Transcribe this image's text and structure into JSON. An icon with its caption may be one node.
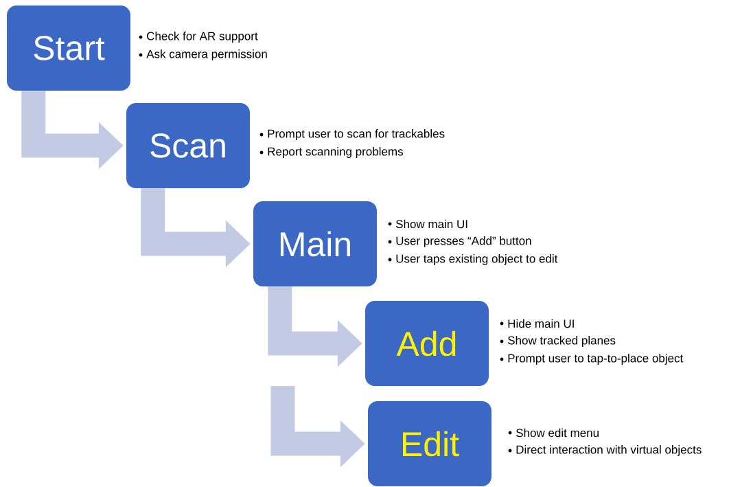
{
  "diagram": {
    "nodes": [
      {
        "text": [
          "Start"
        ],
        "beside": [
          "Check for AR support",
          "Ask camera permission"
        ]
      },
      {
        "text": [
          "Scan"
        ],
        "beside": [
          "Prompt user to scan for trackables",
          "Report scanning problems"
        ]
      },
      {
        "text": [
          "Main"
        ],
        "beside": [
          "Show main UI",
          "User presses “Add” button",
          "User taps existing object to edit"
        ]
      },
      {
        "text": [
          "Add"
        ],
        "beside": [
          "Hide main UI",
          "Show tracked planes",
          "Prompt user to tap-to-place object"
        ]
      },
      {
        "text": [
          "Edit"
        ],
        "beside": [
          "Show edit menu",
          "Direct interaction with virtual objects"
        ]
      }
    ],
    "edges": [
      {
        "from": 0,
        "to": 1,
        "arrow": "to"
      },
      {
        "from": 1,
        "to": 2,
        "arrow": "to"
      },
      {
        "from": 2,
        "to": 3,
        "arrow": "to"
      },
      {
        "from": null,
        "to": 4,
        "arrow": "to"
      }
    ]
  }
}
